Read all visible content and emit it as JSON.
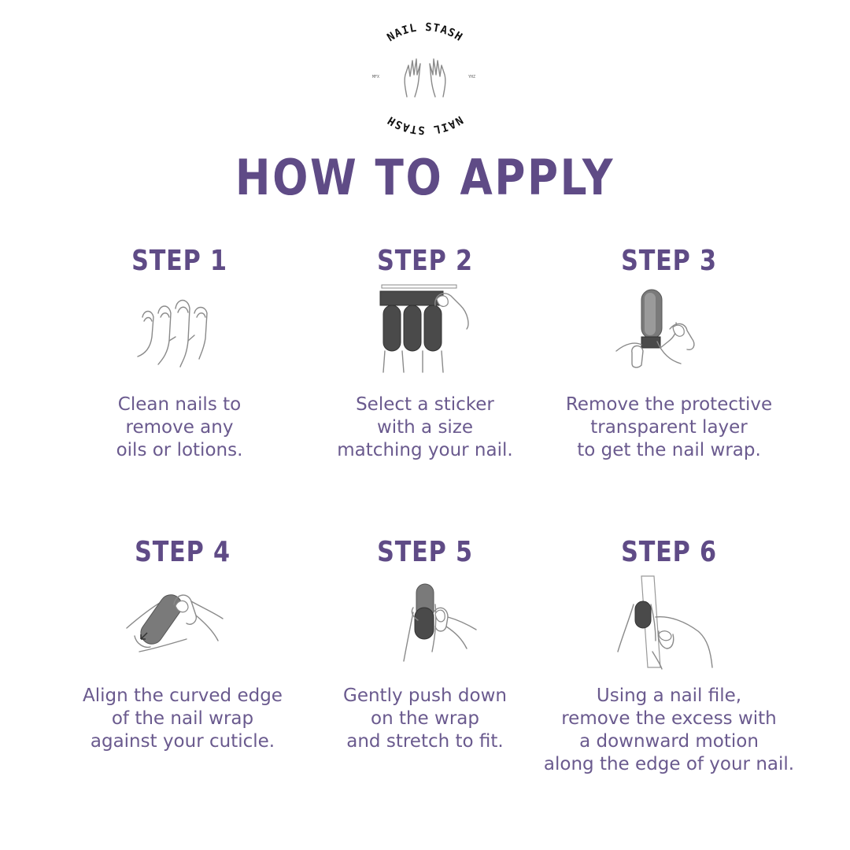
{
  "brand": {
    "logo_text_top": "NAIL STASH",
    "logo_text_bottom": "NAIL STASH",
    "logo_left_small": "MFX",
    "logo_right_small": "YHZ"
  },
  "title": "HOW TO APPLY",
  "colors": {
    "accent": "#5f4b86",
    "text": "#6a5a8e",
    "background": "#ffffff"
  },
  "steps": [
    {
      "label": "STEP 1",
      "icon": "clean-fingers-icon",
      "lines": [
        "Clean nails to",
        "remove any",
        "oils or lotions."
      ]
    },
    {
      "label": "STEP 2",
      "icon": "sticker-sheet-icon",
      "lines": [
        "Select a sticker",
        "with a size",
        "matching your nail."
      ]
    },
    {
      "label": "STEP 3",
      "icon": "peel-layer-icon",
      "lines": [
        "Remove the protective",
        "transparent layer",
        "to get the nail wrap."
      ]
    },
    {
      "label": "STEP 4",
      "icon": "align-wrap-icon",
      "lines": [
        "Align the curved edge",
        "of the nail wrap",
        "against your cuticle."
      ]
    },
    {
      "label": "STEP 5",
      "icon": "push-wrap-icon",
      "lines": [
        "Gently push down",
        "on the wrap",
        "and stretch to fit."
      ]
    },
    {
      "label": "STEP 6",
      "icon": "file-excess-icon",
      "lines": [
        "Using a nail file,",
        "remove the excess with",
        "a downward motion",
        "along the edge of your nail."
      ]
    }
  ]
}
